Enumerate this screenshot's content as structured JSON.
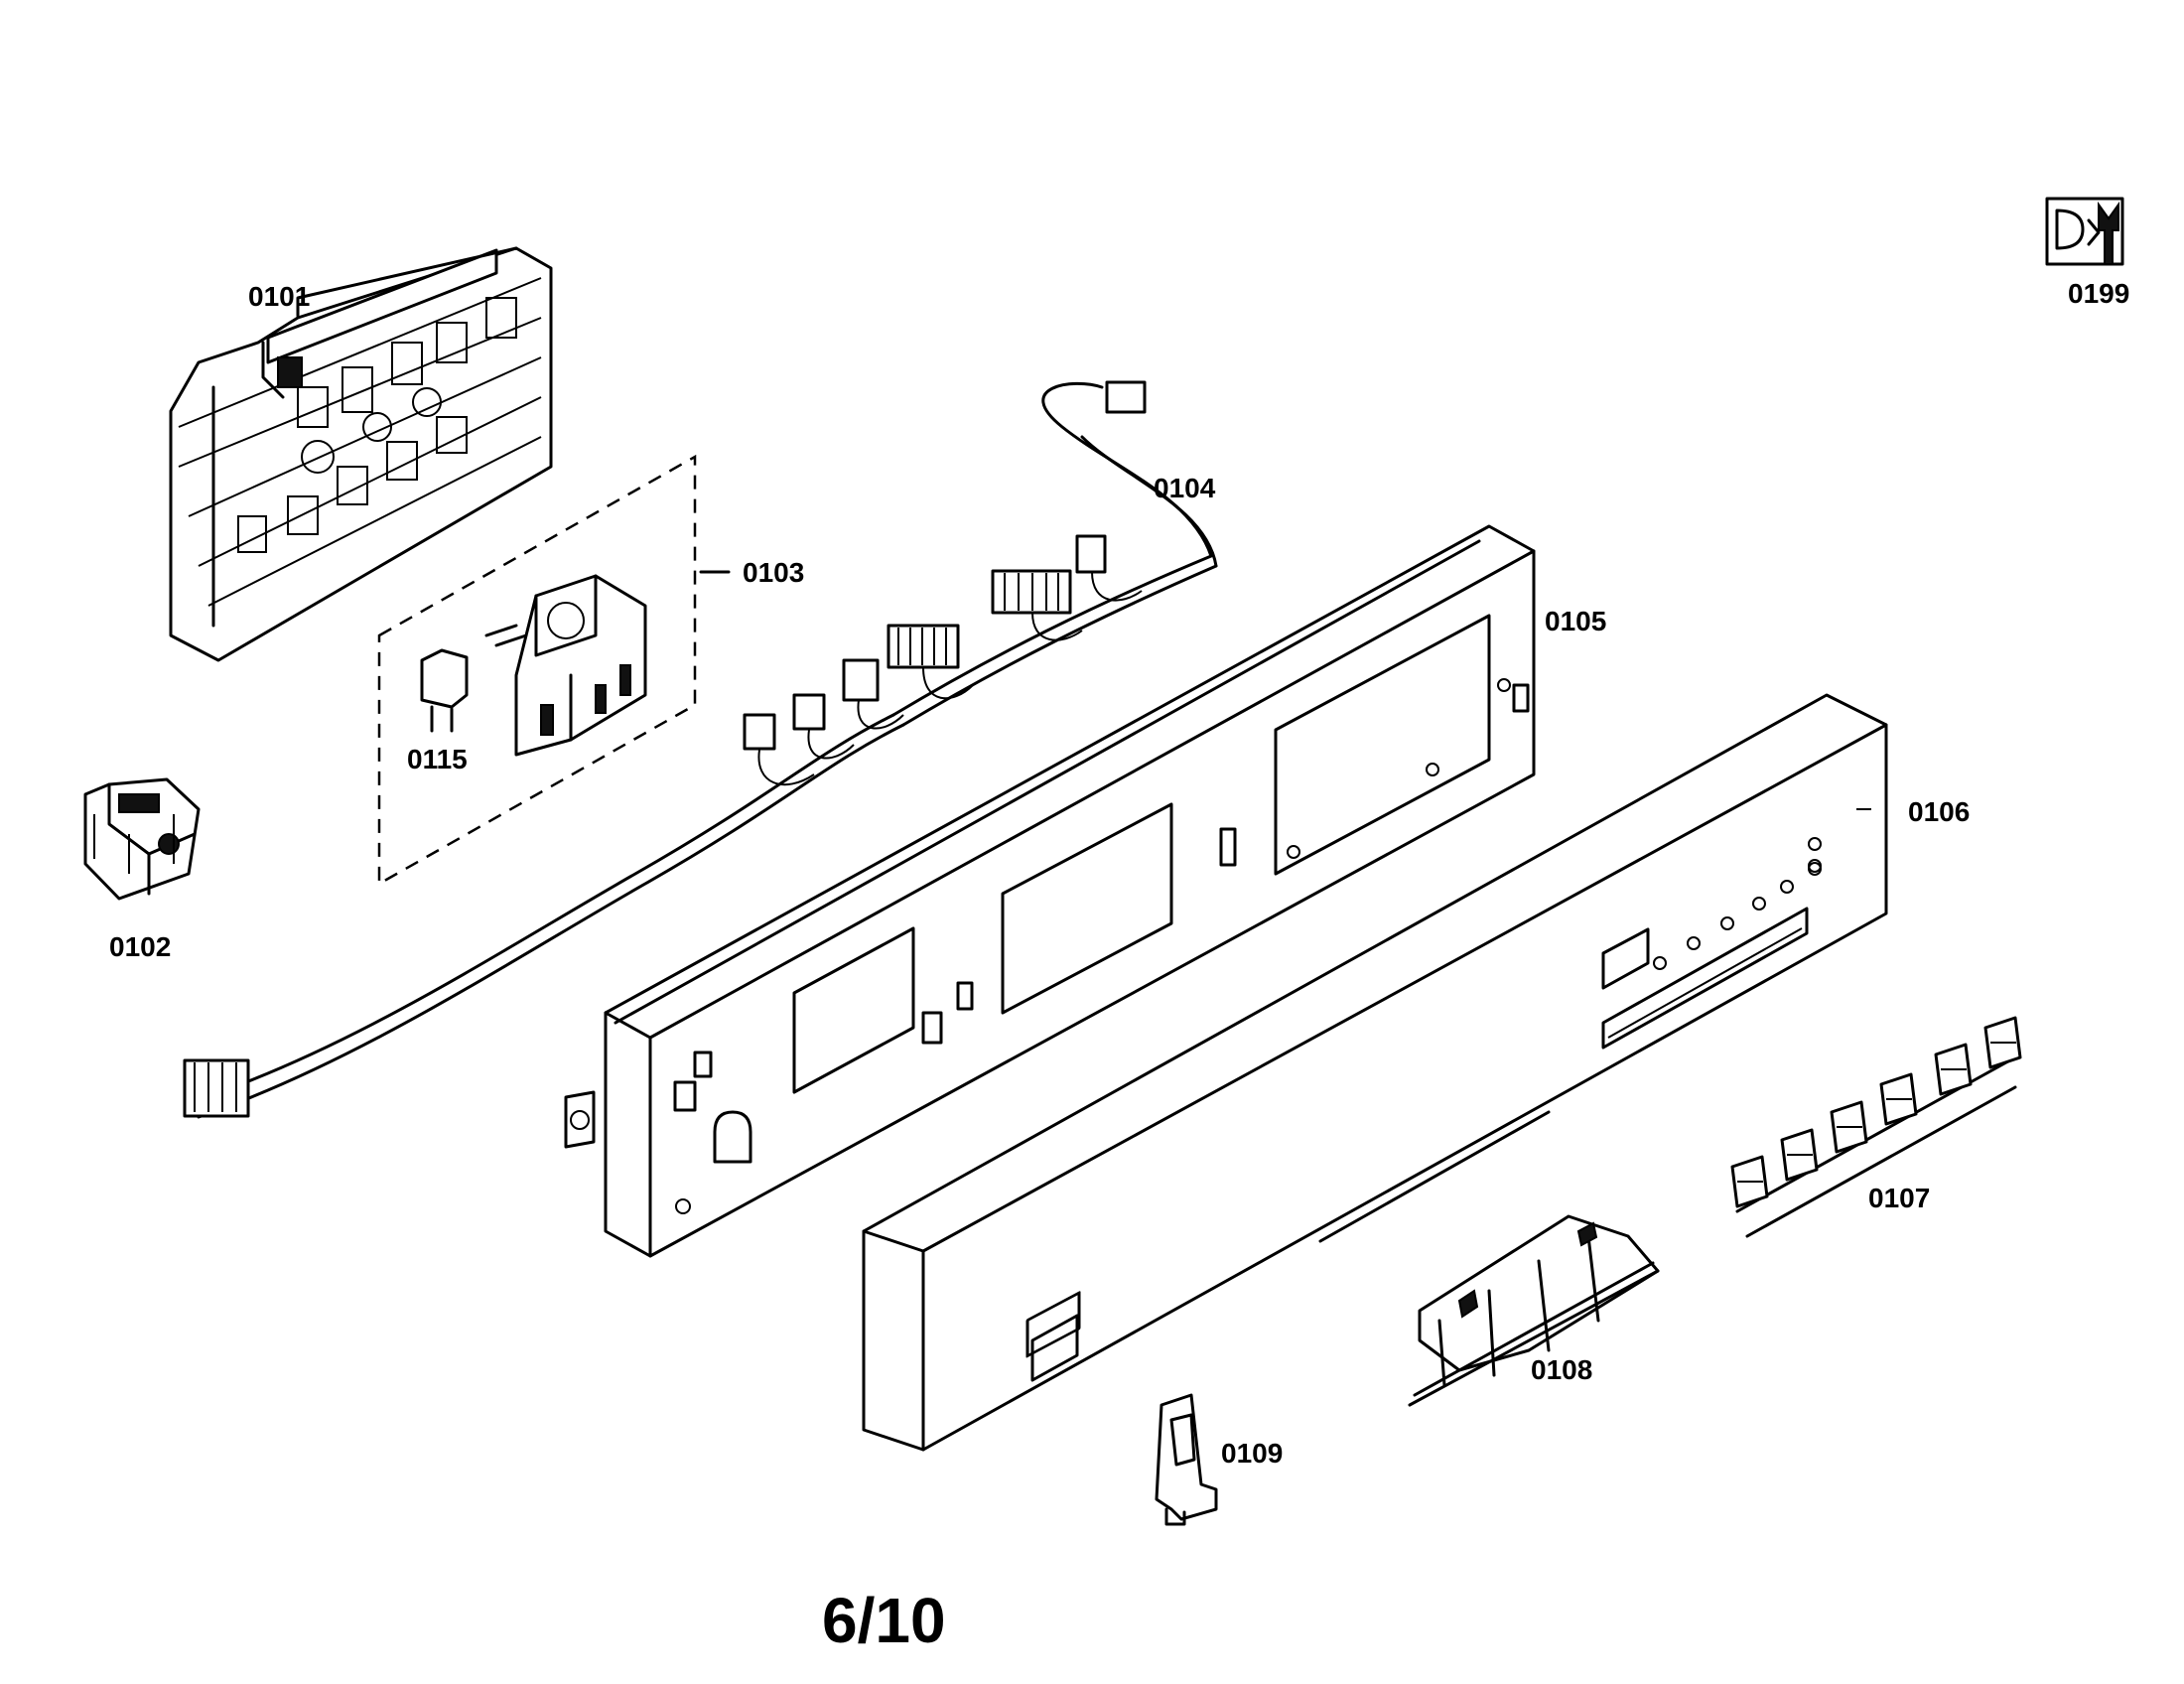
{
  "parts": {
    "p0101": "0101",
    "p0102": "0102",
    "p0103": "0103",
    "p0104": "0104",
    "p0105": "0105",
    "p0106": "0106",
    "p0107": "0107",
    "p0108": "0108",
    "p0109": "0109",
    "p0115": "0115",
    "p0199": "0199"
  },
  "page_number": "6/10"
}
